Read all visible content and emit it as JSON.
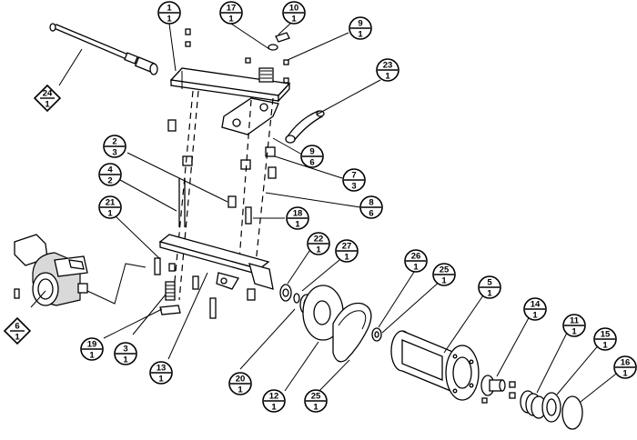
{
  "callouts": [
    {
      "id": "1",
      "qty": "1"
    },
    {
      "id": "17",
      "qty": "1"
    },
    {
      "id": "10",
      "qty": "1"
    },
    {
      "id": "9",
      "qty": "1"
    },
    {
      "id": "23",
      "qty": "1"
    },
    {
      "id": "24",
      "qty": "1"
    },
    {
      "id": "2",
      "qty": "3"
    },
    {
      "id": "9",
      "qty": "6"
    },
    {
      "id": "7",
      "qty": "3"
    },
    {
      "id": "4",
      "qty": "2"
    },
    {
      "id": "8",
      "qty": "6"
    },
    {
      "id": "21",
      "qty": "1"
    },
    {
      "id": "18",
      "qty": "1"
    },
    {
      "id": "22",
      "qty": "1"
    },
    {
      "id": "27",
      "qty": "1"
    },
    {
      "id": "20",
      "qty": "1"
    },
    {
      "id": "25",
      "qty": "1"
    },
    {
      "id": "5",
      "qty": "1"
    },
    {
      "id": "14",
      "qty": "1"
    },
    {
      "id": "11",
      "qty": "1"
    },
    {
      "id": "15",
      "qty": "1"
    },
    {
      "id": "16",
      "qty": "1"
    },
    {
      "id": "6",
      "qty": "1"
    },
    {
      "id": "19",
      "qty": "1"
    },
    {
      "id": "3",
      "qty": "1"
    },
    {
      "id": "13",
      "qty": "1"
    },
    {
      "id": "26",
      "qty": "1"
    },
    {
      "id": "12",
      "qty": "1"
    },
    {
      "id": "25",
      "qty": "1"
    }
  ]
}
